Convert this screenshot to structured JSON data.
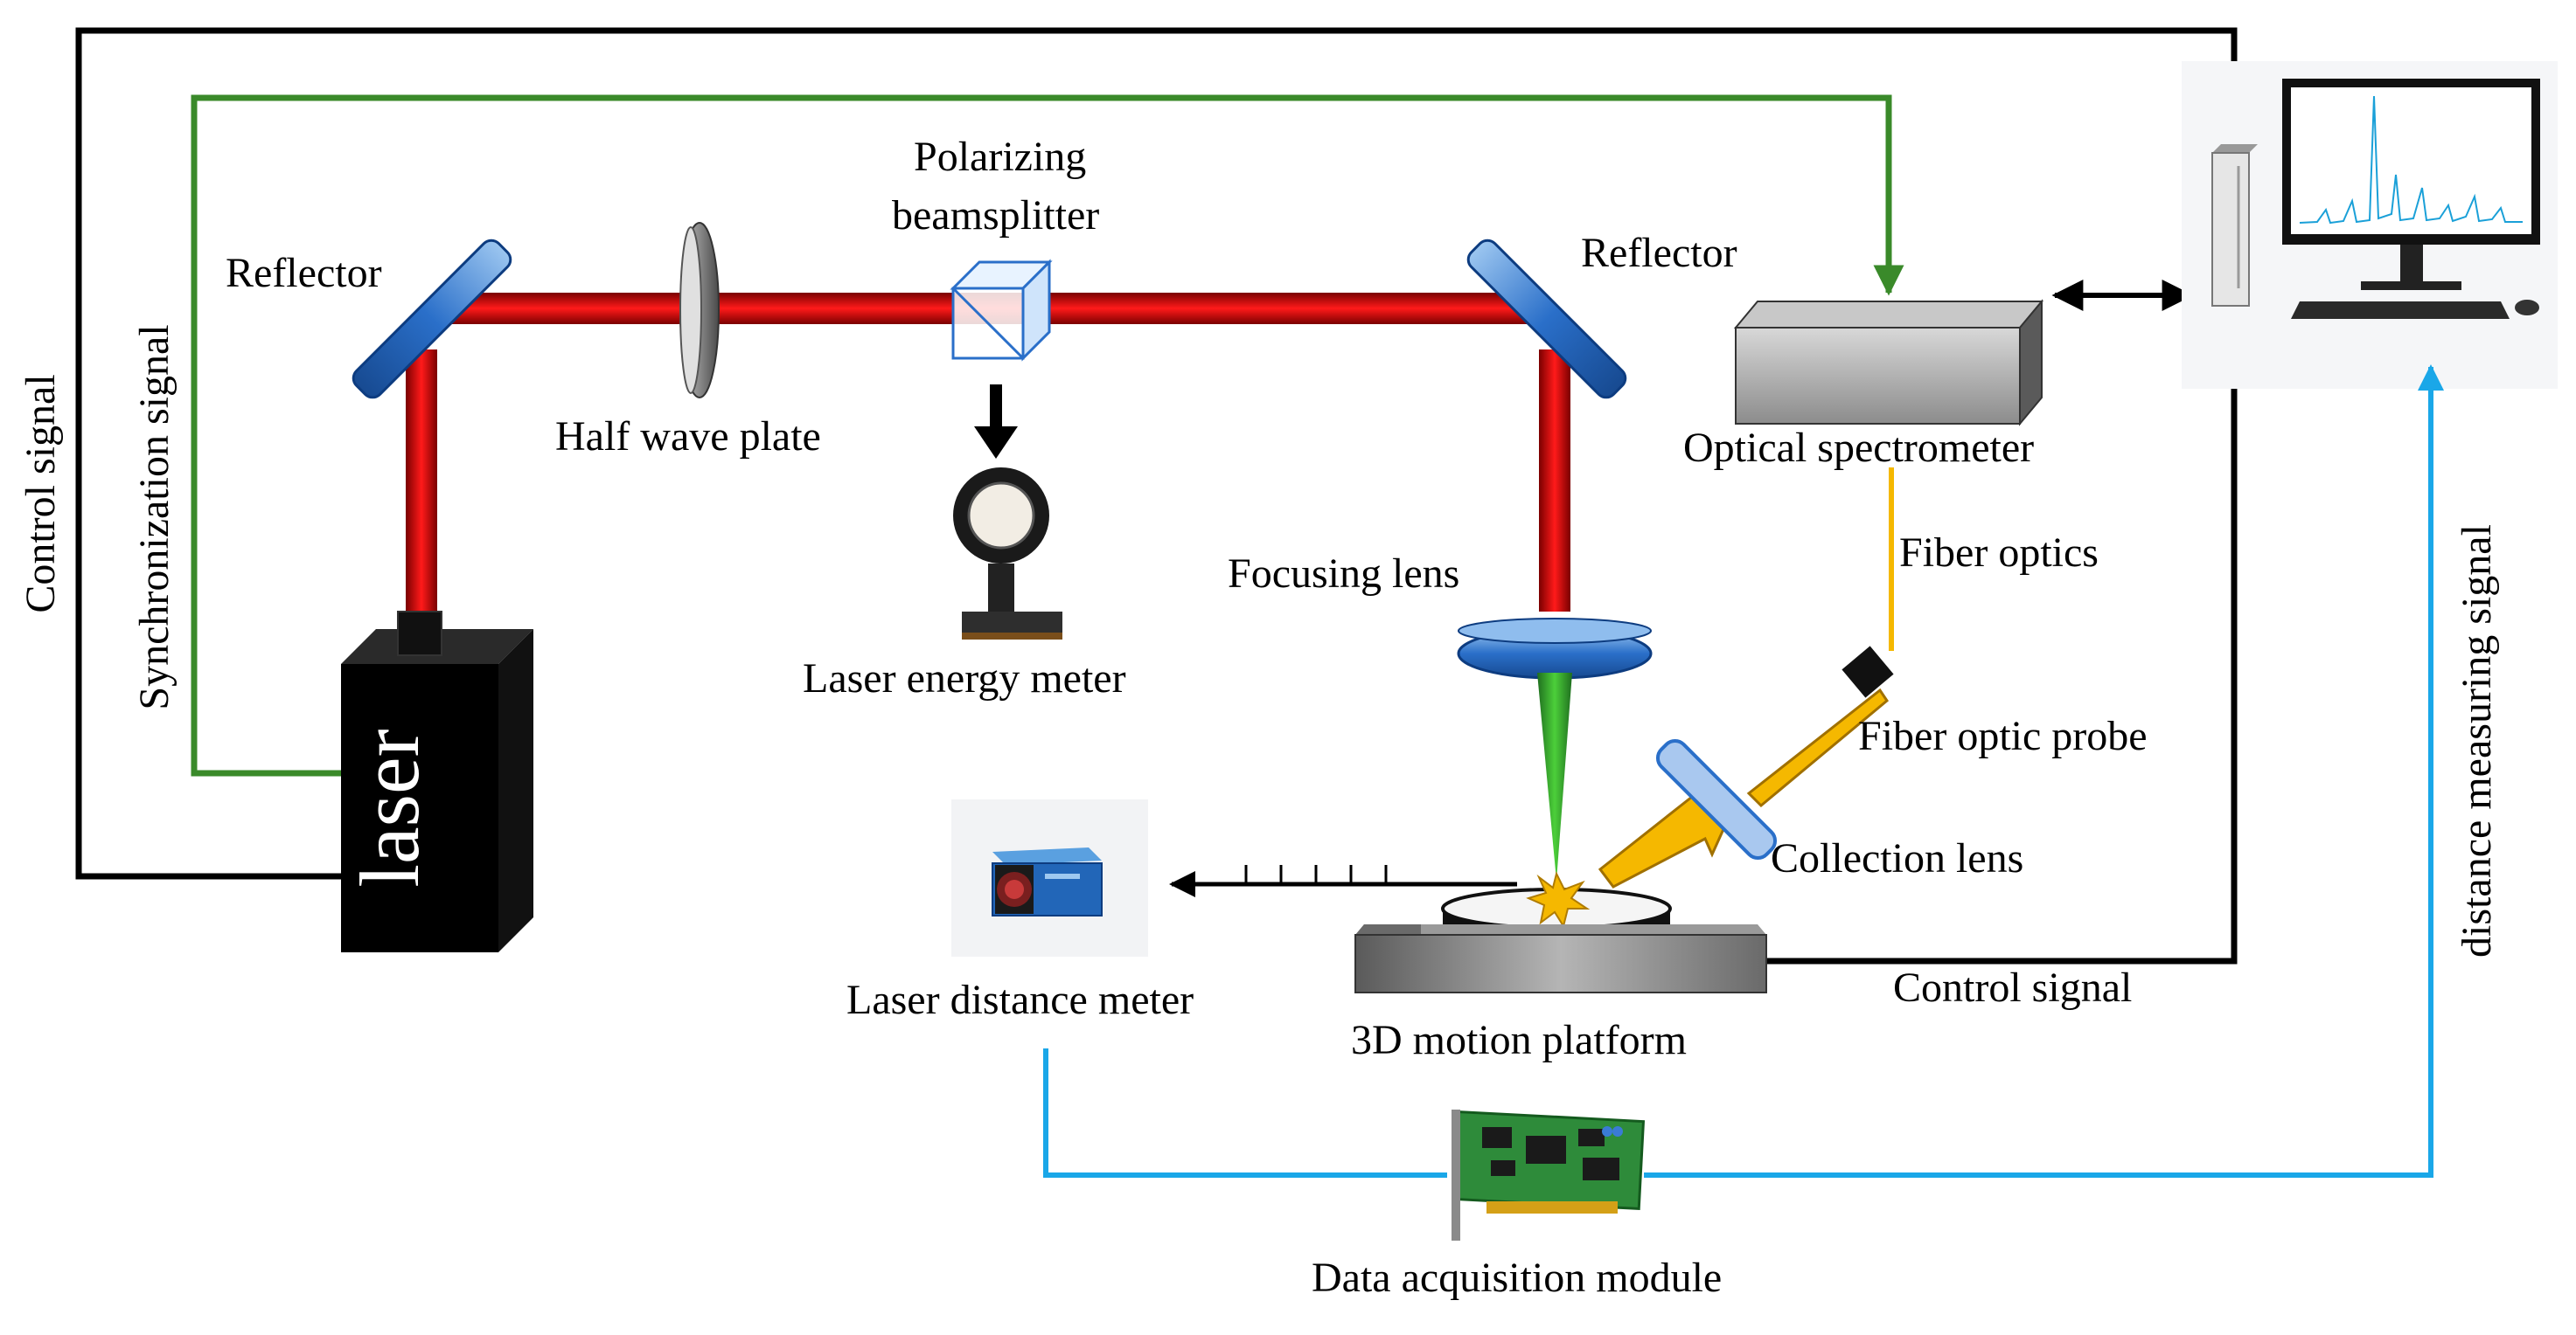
{
  "labels": {
    "reflector_left": "Reflector",
    "half_wave_plate": "Half wave plate",
    "polarizing_beamsplitter_line1": "Polarizing",
    "polarizing_beamsplitter_line2": "beamsplitter",
    "reflector_right": "Reflector",
    "optical_spectrometer": "Optical spectrometer",
    "fiber_optics": "Fiber optics",
    "focusing_lens": "Focusing lens",
    "laser_energy_meter": "Laser energy meter",
    "fiber_optic_probe": "Fiber optic probe",
    "collection_lens": "Collection lens",
    "laser": "laser",
    "laser_distance_meter": "Laser distance meter",
    "motion_platform": "3D motion platform",
    "control_signal_bottom": "Control signal",
    "data_acquisition_module": "Data acquisition module",
    "control_signal_left": "Control signal",
    "synchronization_signal": "Synchronization signal",
    "distance_measuring_signal": "distance measuring signal"
  },
  "colors": {
    "laser_beam": "#e60000",
    "focused_beam": "#2e9e2e",
    "plasma_light": "#f5b800",
    "sync_line": "#3a8a2a",
    "data_line": "#1aa7e8",
    "control_line": "#000000",
    "optic_blue": "#2a6fc9"
  }
}
